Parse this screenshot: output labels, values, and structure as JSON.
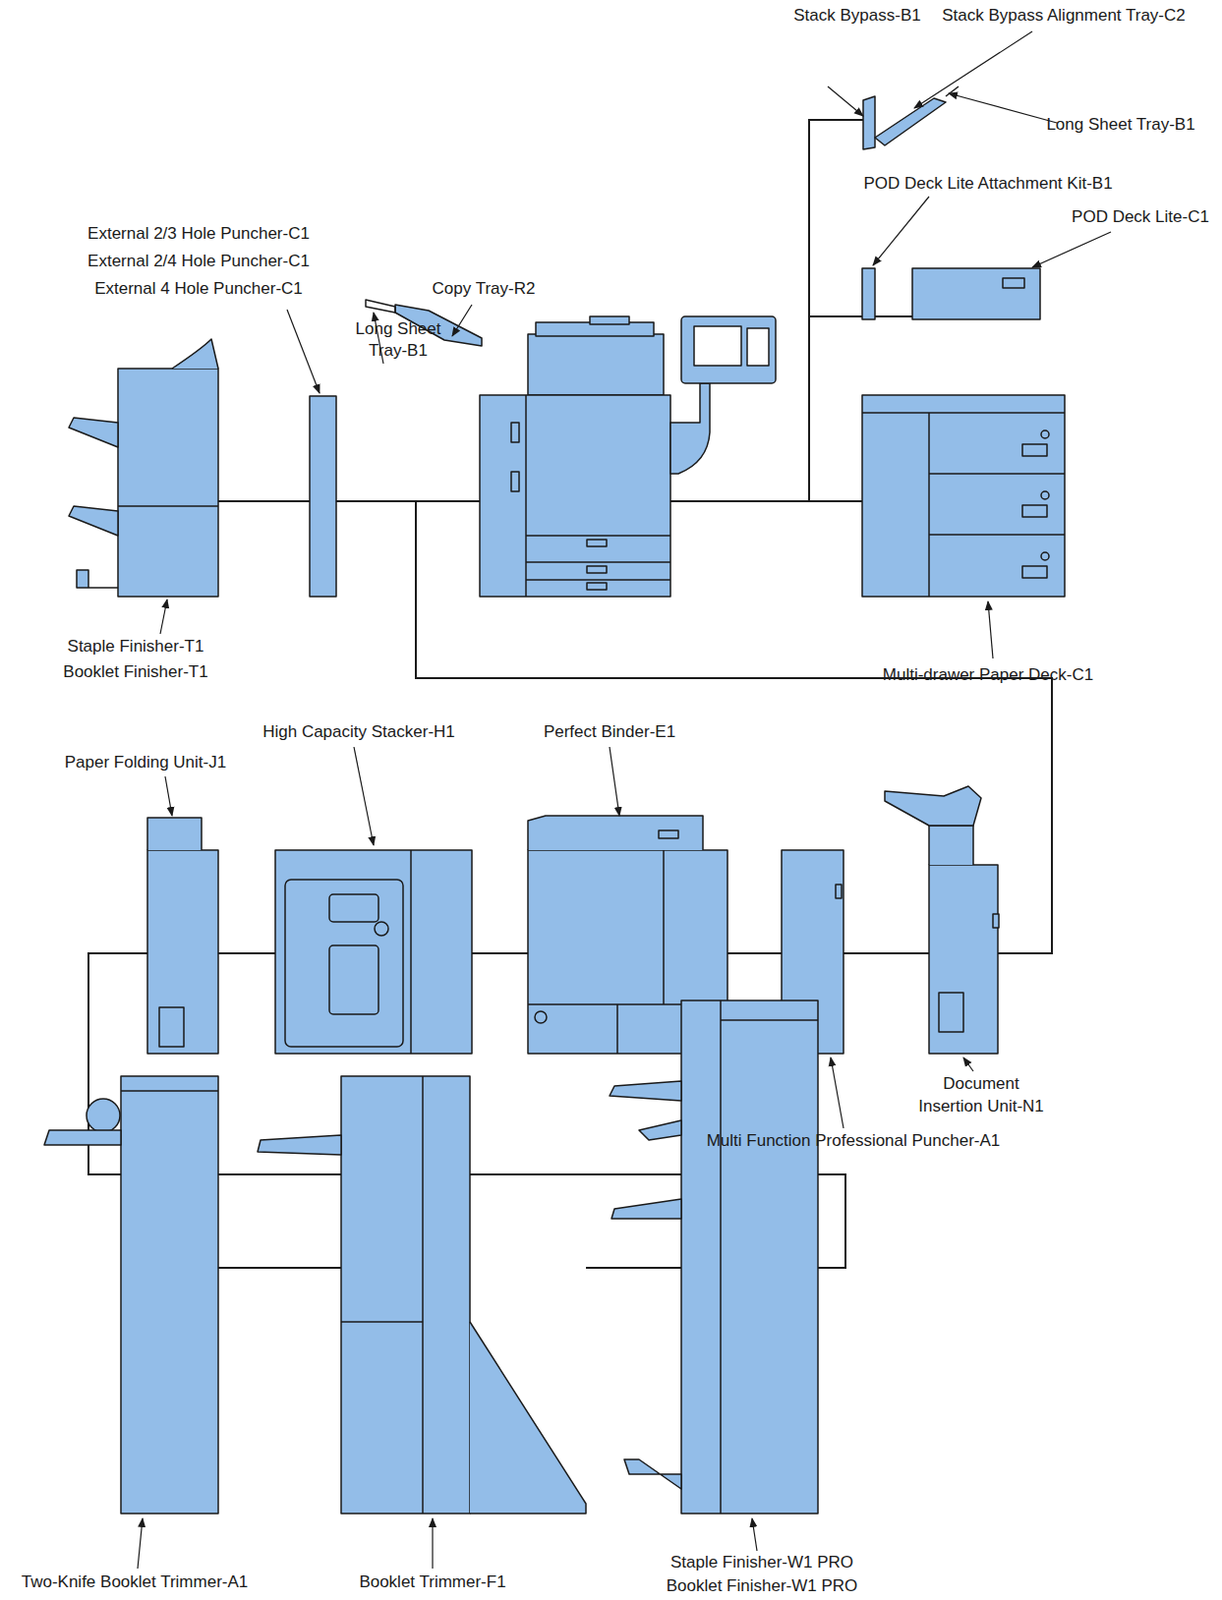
{
  "diagram": {
    "labels": [
      "Stack Bypass-B1",
      "Stack Bypass Alignment Tray-C2",
      "Long Sheet Tray-B1",
      "POD Deck Lite Attachment Kit-B1",
      "POD Deck Lite-C1",
      "External 2/3 Hole Puncher-C1",
      "External 2/4 Hole Puncher-C1",
      "External 4 Hole Puncher-C1",
      "Copy Tray-R2",
      "Long Sheet",
      "Tray-B1",
      "Staple Finisher-T1",
      "Booklet Finisher-T1",
      "Multi-drawer Paper Deck-C1",
      "Paper Folding Unit-J1",
      "High Capacity Stacker-H1",
      "Perfect Binder-E1",
      "Document",
      "Insertion Unit-N1",
      "Multi Function Professional Puncher-A1",
      "Two-Knife Booklet Trimmer-A1",
      "Booklet Trimmer-F1",
      "Staple Finisher-W1 PRO",
      "Booklet Finisher-W1 PRO"
    ]
  }
}
